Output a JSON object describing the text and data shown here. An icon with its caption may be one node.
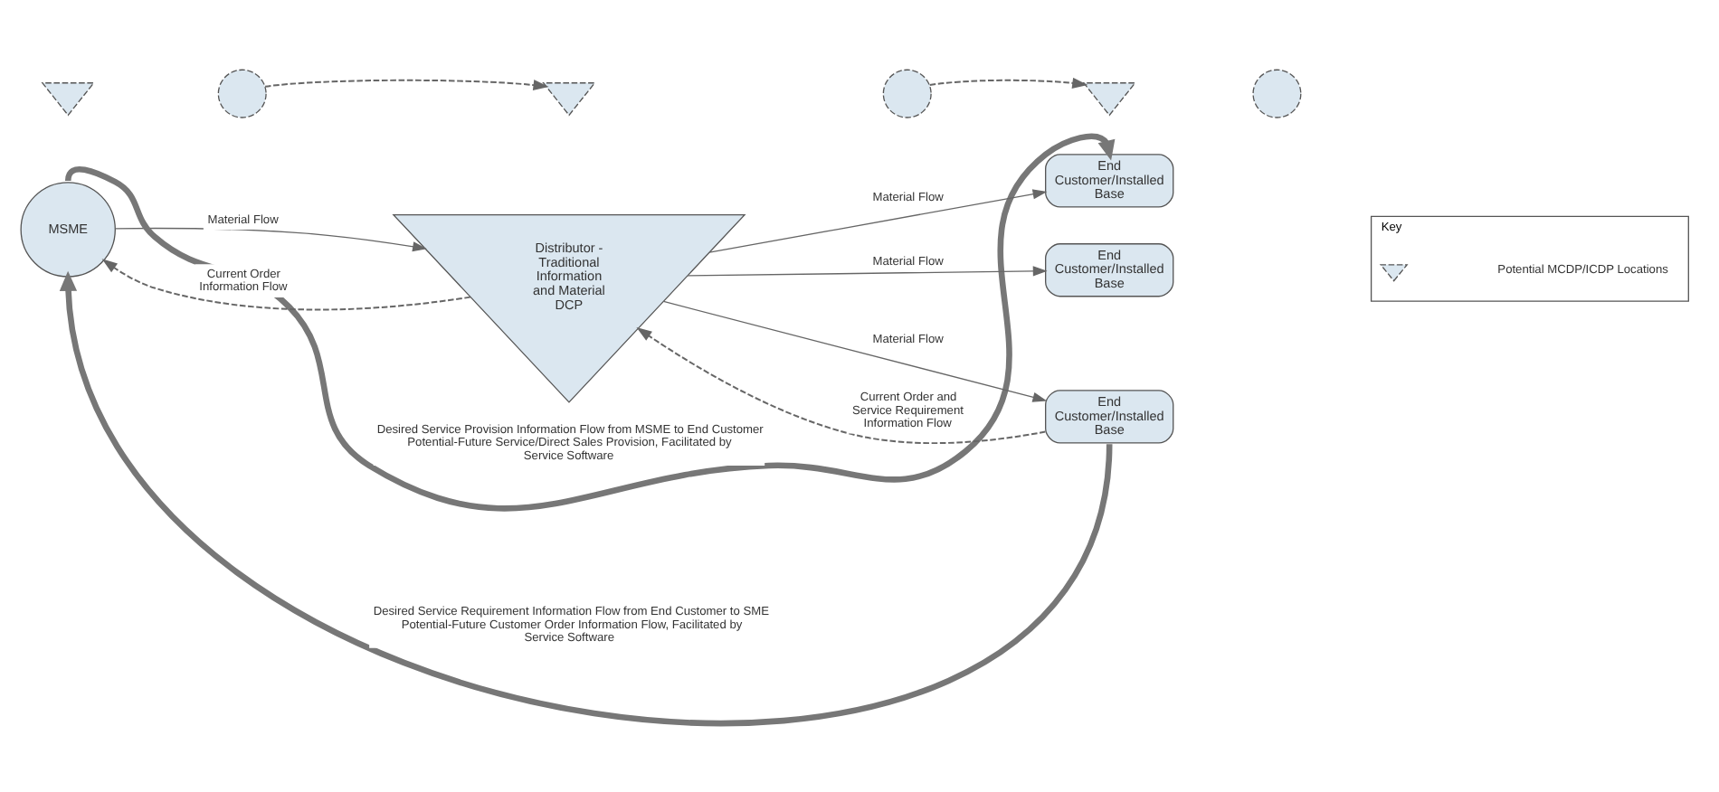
{
  "diagram": {
    "nodes": [
      {
        "text": [
          "MSME"
        ]
      },
      {
        "text": [
          "Distributor - Traditional Information and Material DCP"
        ]
      },
      {
        "text": [
          "End Customer/Installed Base"
        ]
      },
      {
        "text": [
          "End Customer/Installed Base"
        ]
      },
      {
        "text": [
          "End Customer/Installed Base"
        ]
      },
      {
        "text": [],
        "shape": "triangle"
      },
      {
        "text": [],
        "shape": "circle"
      },
      {
        "text": [],
        "shape": "triangle"
      },
      {
        "text": [],
        "shape": "circle"
      },
      {
        "text": [],
        "shape": "triangle"
      },
      {
        "text": [],
        "shape": "circle"
      },
      {
        "text": [
          "Key"
        ]
      }
    ],
    "edges": [
      {
        "from": 6,
        "to": 7,
        "arrow": "to",
        "style": "dashed"
      },
      {
        "from": 8,
        "to": 9,
        "arrow": "to",
        "style": "dashed"
      },
      {
        "from": 0,
        "to": 2,
        "arrow": "to",
        "style": "thick",
        "label": "Desired Service Provision Information Flow from MSME to End Customer Potential-Future Service/Direct Sales Provision, Facilitated by Service Software"
      },
      {
        "from": 0,
        "to": 1,
        "arrow": "to",
        "label": "Material Flow"
      },
      {
        "from": 1,
        "to": 2,
        "arrow": "to",
        "label": "Material Flow"
      },
      {
        "from": 1,
        "to": 3,
        "arrow": "to",
        "label": "Material Flow"
      },
      {
        "from": 1,
        "to": 4,
        "arrow": "to",
        "label": "Material Flow"
      },
      {
        "from": 1,
        "to": 0,
        "arrow": "to",
        "style": "dashed",
        "label": "Current Order Information Flow"
      },
      {
        "from": 4,
        "to": 1,
        "arrow": "to",
        "style": "dashed",
        "label": "Current Order and Service Requirement Information Flow"
      },
      {
        "from": 4,
        "to": 0,
        "arrow": "to",
        "style": "thick",
        "label": "Desired Service Requirement Information Flow from End Customer to SME Potential-Future Customer Order Information Flow, Facilitated by Service Software"
      }
    ],
    "legend": [
      {
        "text": "Potential MCDP/ICDP Locations"
      }
    ]
  }
}
